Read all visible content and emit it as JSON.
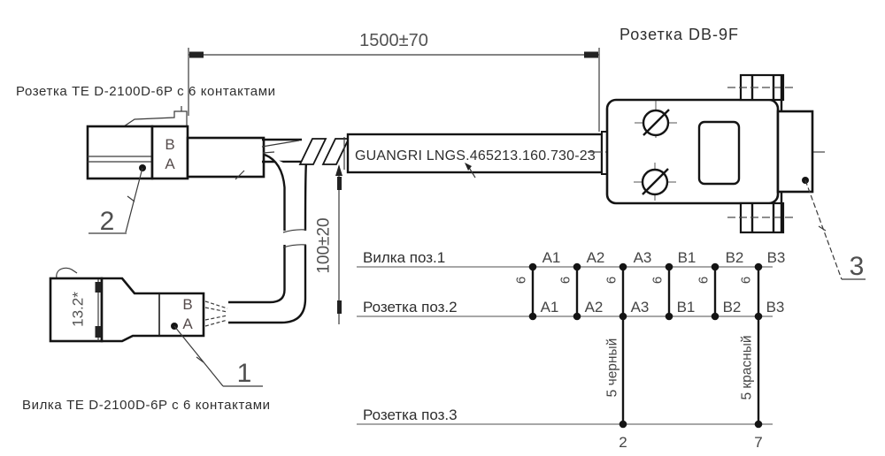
{
  "drawing": {
    "db9_title": "Розетка  DB-9F",
    "upper_connector_label": "Розетка TE D-2100D-6P с 6 контактами",
    "lower_connector_label": "Вилка TE D-2100D-6P с 6 контактами",
    "cable_marking": "GUANGRI  LNGS.465213.160.730-23"
  },
  "dimensions": {
    "cable_length": "1500±70",
    "loop_height": "100±20",
    "plug_width": "13.2*"
  },
  "callouts": {
    "item1": "1",
    "item2": "2",
    "item3": "3"
  },
  "connector_pins": {
    "upper_b": "B",
    "upper_a": "A",
    "lower_b": "B",
    "lower_a": "A"
  },
  "wiring_table": {
    "row_labels": [
      "Вилка  поз.1",
      "Розетка  поз.2",
      "Розетка  поз.3"
    ],
    "row1_pins": [
      "A1",
      "A2",
      "A3",
      "B1",
      "B2",
      "B3"
    ],
    "row2_pins": [
      "A1",
      "A2",
      "A3",
      "B1",
      "B2",
      "B3"
    ],
    "wire_marks": [
      "6",
      "6",
      "6",
      "6",
      "6",
      "6"
    ],
    "down_wire_1_label": "5 черный",
    "down_wire_2_label": "5 красный",
    "down_wire_1_pin": "2",
    "down_wire_2_pin": "7"
  }
}
